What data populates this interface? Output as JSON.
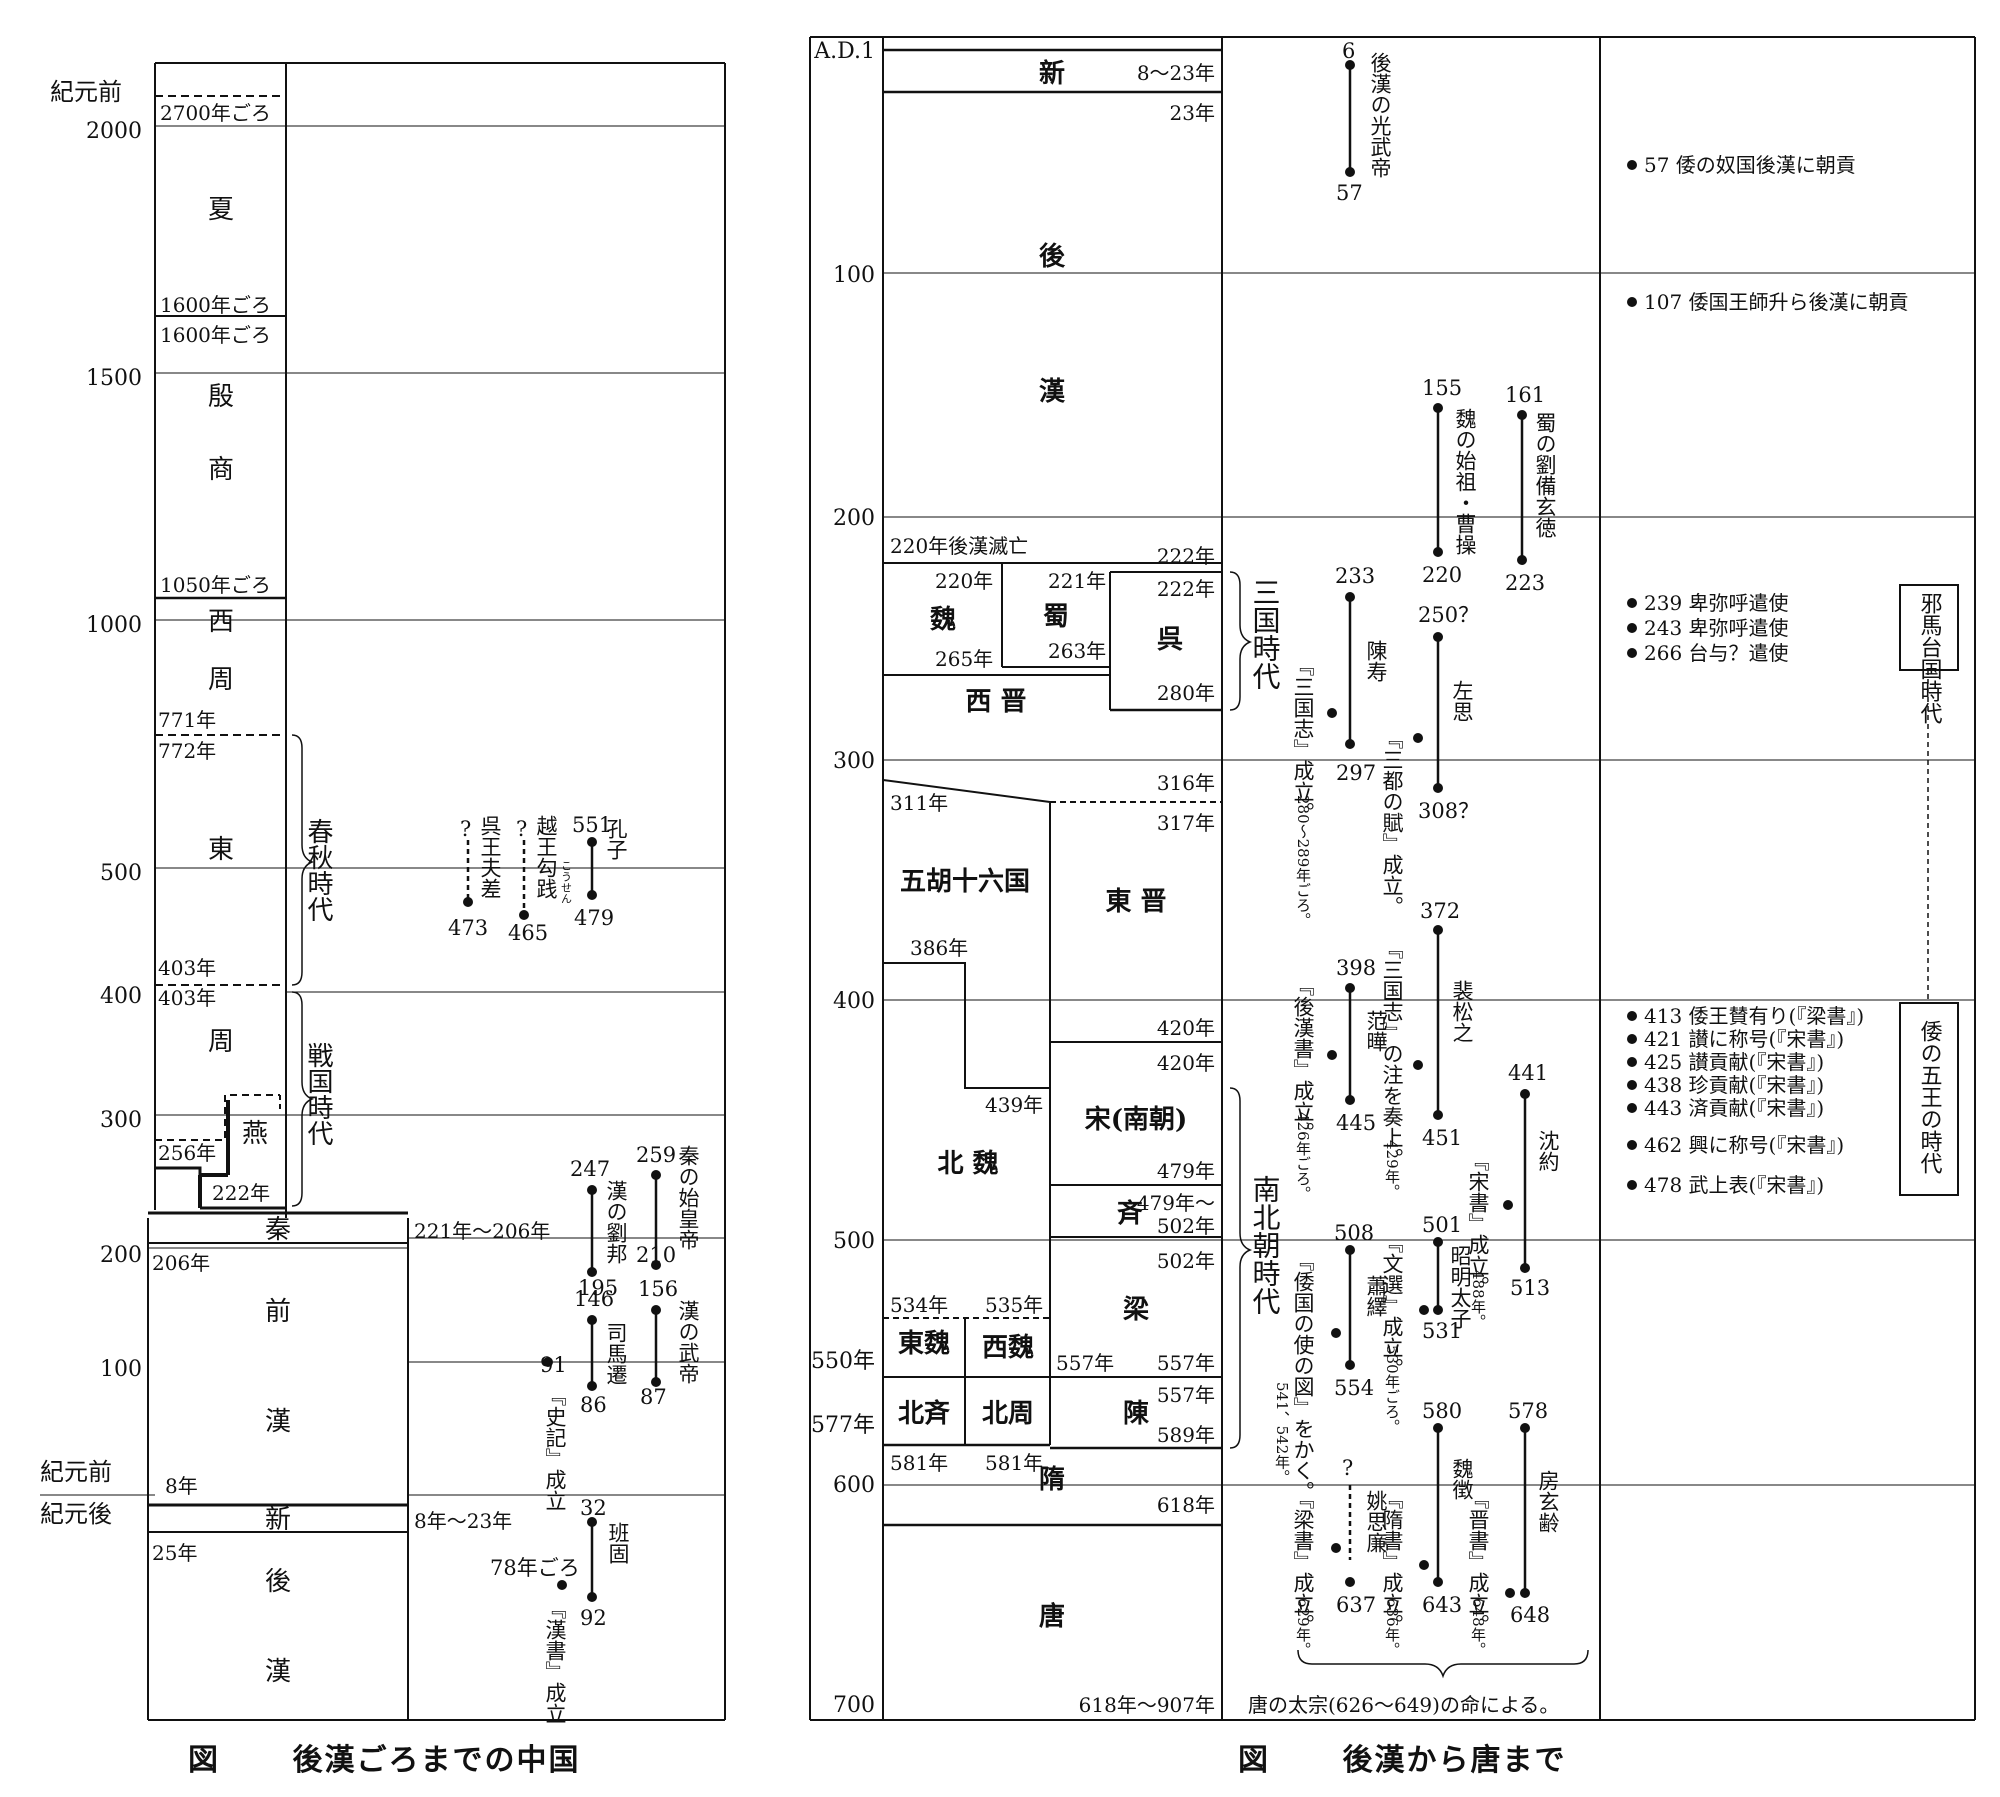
{
  "left": {
    "caption_fig": "図",
    "caption_title": "後漢ごろまでの中国",
    "scale_labels": {
      "bce": "紀元前",
      "bce2": "紀元前",
      "ce": "紀元後"
    },
    "ticks": [
      "2000",
      "1500",
      "1000",
      "500",
      "400",
      "300",
      "200",
      "100"
    ],
    "dynasties": {
      "xia": "夏",
      "shang1": "殷",
      "shang2": "商",
      "wz1": "西",
      "wz2": "周",
      "ez1": "東",
      "ez2": "周",
      "yan": "燕",
      "qin": "秦",
      "qh1": "前",
      "qh2": "漢",
      "xin": "新",
      "hh1": "後",
      "hh2": "漢"
    },
    "dates": {
      "d2700": "2700年ごろ",
      "d1600a": "1600年ごろ",
      "d1600b": "1600年ごろ",
      "d1050": "1050年ごろ",
      "d771": "771年",
      "d772": "772年",
      "d403a": "403年",
      "d403b": "403年",
      "d256": "256年",
      "d222": "222年",
      "qin_range": "221年〜206年",
      "d206": "206年",
      "d8": "8年",
      "xin_range": "8年〜23年",
      "d25": "25年"
    },
    "periods": {
      "spring_autumn": "春秋時代",
      "warring": "戦国時代"
    },
    "people": {
      "fuchai": {
        "name": "呉王夫差",
        "start": "?",
        "end": "473"
      },
      "goujian": {
        "name": "越王勾践",
        "ruby": "こうせん",
        "start": "?",
        "end": "465"
      },
      "confucius": {
        "name": "孔子",
        "start": "551",
        "end": "479"
      },
      "liubang": {
        "name": "漢の劉邦",
        "start": "247",
        "end": "195"
      },
      "shihuang": {
        "name": "秦の始皇帝",
        "start": "259",
        "end": "210"
      },
      "simaqian": {
        "name": "司馬遷",
        "start": "146",
        "end": "86"
      },
      "wudi": {
        "name": "漢の武帝",
        "start": "156",
        "end": "87"
      },
      "shiji": {
        "label": "『史記』成立",
        "year": "91"
      },
      "bangu": {
        "name": "班固",
        "start": "32",
        "end": "92"
      },
      "hanshu": {
        "label": "『漢書』成立",
        "year": "78年ごろ"
      }
    }
  },
  "right": {
    "caption_fig": "図",
    "caption_title": "後漢から唐まで",
    "ticks": [
      "A.D.1",
      "100",
      "200",
      "300",
      "400",
      "500",
      "550年",
      "577年",
      "600",
      "700"
    ],
    "dynasties": {
      "xin": "新",
      "hh1": "後",
      "hh2": "漢",
      "wei": "魏",
      "shu": "蜀",
      "wu": "呉",
      "xijin": "西 晋",
      "wuhu": "五胡十六国",
      "dongjin": "東 晋",
      "song": "宋(南朝)",
      "qi": "斉",
      "liang": "梁",
      "chen": "陳",
      "beiwei": "北 魏",
      "dongwei": "東魏",
      "xiwei": "西魏",
      "beiqi": "北斉",
      "beizhou": "北周",
      "sui": "隋",
      "tang": "唐"
    },
    "dates": {
      "xin_range": "8〜23年",
      "d23": "23年",
      "hh_fall": "220年後漢滅亡",
      "d222a": "222年",
      "d220": "220年",
      "d221": "221年",
      "d222b": "222年",
      "d265": "265年",
      "d263": "263年",
      "d280": "280年",
      "d311": "311年",
      "d316": "316年",
      "d317": "317年",
      "d386": "386年",
      "d420a": "420年",
      "d420b": "420年",
      "d439": "439年",
      "d479": "479年",
      "d479_502": "479年〜",
      "d502a": "502年",
      "d502b": "502年",
      "d534": "534年",
      "d535": "535年",
      "d557a": "557年",
      "d557b": "557年",
      "d557c": "557年",
      "d581a": "581年",
      "d581b": "581年",
      "d589": "589年",
      "d618": "618年",
      "tang_range": "618年〜907年"
    },
    "periods": {
      "three_kingdoms": "三国時代",
      "nanbei": "南北朝時代"
    },
    "people": {
      "guangwu": {
        "name": "後漢の光武帝",
        "start": "6",
        "end": "57"
      },
      "caocao": {
        "name": "魏の始祖・曹操",
        "start": "155",
        "end": "220"
      },
      "liubei": {
        "name": "蜀の劉備玄徳",
        "start": "161",
        "end": "223"
      },
      "chenshou": {
        "name": "陳寿",
        "start": "233",
        "end": "297",
        "note": "『三国志』成立。",
        "note_year": "280〜289年ごろ。"
      },
      "zuosi": {
        "name": "左思",
        "start": "250？",
        "end": "308？",
        "note": "『三都の賦』成立。"
      },
      "fanye": {
        "name": "范曄",
        "start": "398",
        "end": "445",
        "note": "『後漢書』成立。",
        "note_year": "426年ごろ。"
      },
      "peisongzhi": {
        "name": "裴松之",
        "start": "372",
        "end": "451",
        "note": "『三国志』の注を奏上。",
        "note_year": "429年。"
      },
      "shenyue": {
        "name": "沈約",
        "start": "441",
        "end": "513",
        "note": "『宋書』成立。",
        "note_year": "488年。"
      },
      "xiaoyi": {
        "name": "蕭繹",
        "start": "508",
        "end": "554",
        "note": "『倭国の使の図』をかく。",
        "note_year": "541、542年。"
      },
      "zhaoming": {
        "name": "昭明太子",
        "start": "501",
        "end": "531",
        "note": "『文選』成立。",
        "note_year": "530年ごろ。"
      },
      "yaosilian": {
        "name": "姚思廉",
        "start": "?",
        "end": "637",
        "note": "『梁書』成立。",
        "note_year": "629年。"
      },
      "weizheng": {
        "name": "魏徴",
        "start": "580",
        "end": "643",
        "note": "『隋書』成立。",
        "note_year": "636年。"
      },
      "fangxuanling": {
        "name": "房玄齢",
        "start": "578",
        "end": "648",
        "note": "『晋書』成立。",
        "note_year": "648年。"
      }
    },
    "taizong_note": "唐の太宗(626〜649)の命による。",
    "japan_events": [
      "57 倭の奴国後漢に朝貢",
      "107 倭国王師升ら後漢に朝貢",
      "239 卑弥呼遣使",
      "243 卑弥呼遣使",
      "266 台与？遣使",
      "413 倭王賛有り(『梁書』)",
      "421 讃に称号(『宋書』)",
      "425 讃貢献(『宋書』)",
      "438 珍貢献(『宋書』)",
      "443 済貢献(『宋書』)",
      "462 興に称号(『宋書』)",
      "478 武上表(『宋書』)"
    ],
    "japan_periods": {
      "yamatai": "邪馬台国時代",
      "five_kings": "倭の五王の時代"
    }
  }
}
